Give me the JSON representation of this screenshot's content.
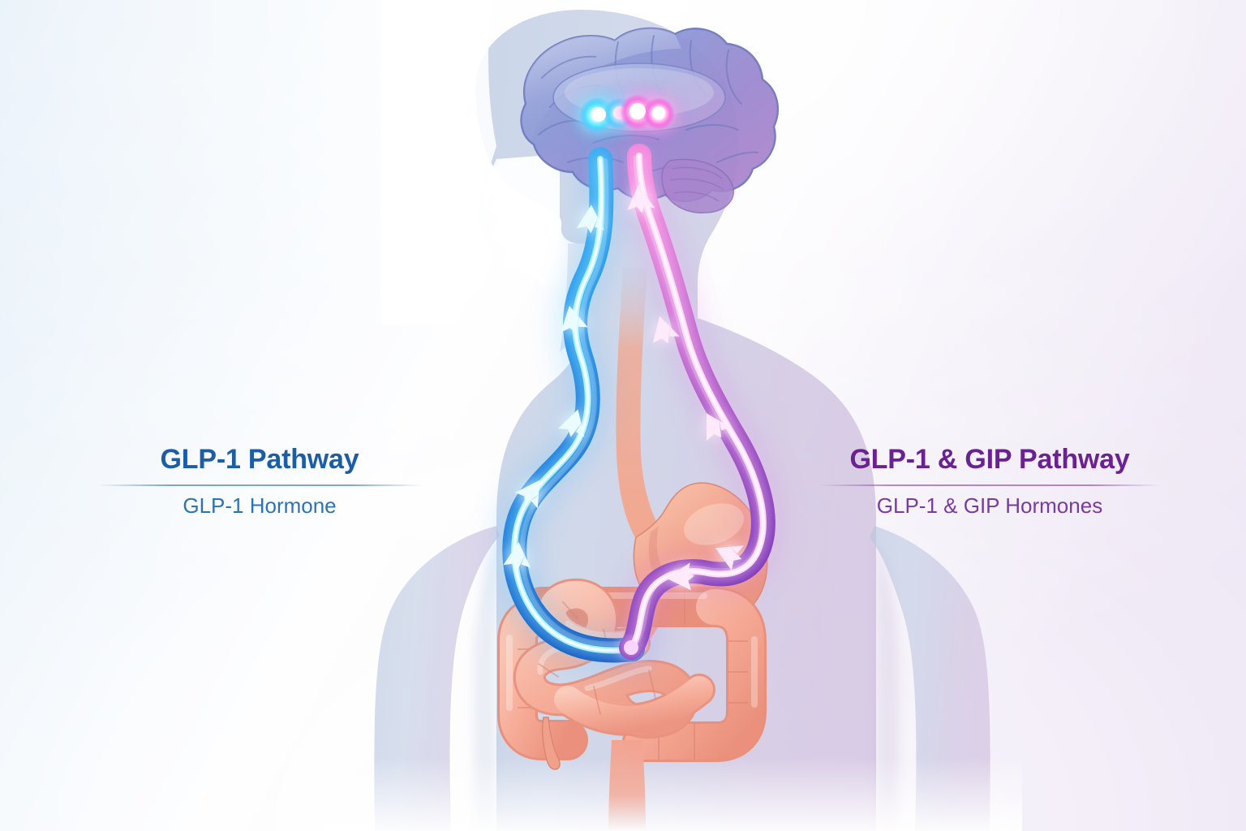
{
  "figure": {
    "title_alt": "GLP-1 and GLP-1 & GIP gut-brain hormone pathway diagram",
    "background": {
      "left_color": "#e4eff8",
      "right_color": "#f0eaf6",
      "center_color": "#ffffff"
    }
  },
  "panels": {
    "left": {
      "title": "GLP-1 Pathway",
      "subtitle": "GLP-1 Hormone",
      "accent_color": "#1b5da6",
      "sub_color": "#2c73b4"
    },
    "right": {
      "title": "GLP-1 & GIP Pathway",
      "subtitle": "GLP-1 & GIP Hormones",
      "accent_color": "#6b2192",
      "sub_color": "#7b3aa3"
    }
  },
  "anatomy": {
    "body_silhouette": {
      "name": "human-body-silhouette",
      "color_left": "#b9c8e0",
      "color_right": "#c6bcd8"
    },
    "brain": {
      "name": "brain",
      "color_front": "#8f9ed6",
      "color_back": "#a887cb",
      "outline": "#6f7cc0"
    },
    "stomach": {
      "name": "stomach",
      "color": "#f3a78f"
    },
    "esophagus": {
      "name": "esophagus",
      "color": "#eda791"
    },
    "small_intestine": {
      "name": "small-intestine",
      "color": "#f6b6a4"
    },
    "large_intestine": {
      "name": "large-intestine",
      "color": "#f6ab98"
    },
    "appendix": {
      "name": "appendix",
      "color": "#f2a18c"
    }
  },
  "pathways": [
    {
      "id": "glp1",
      "name": "glp1-signal-pathway",
      "side": "left",
      "ribbon_color_top": "#2fa6ef",
      "ribbon_color_bottom": "#1461c8",
      "core_color": "#7ff0ff",
      "glow_color": "#2ec6ff",
      "direction": "gut-to-brain",
      "arrow_count": 5,
      "terminal_node_color": "#57f2ff"
    },
    {
      "id": "glp1-gip",
      "name": "glp1-gip-signal-pathway",
      "side": "right",
      "ribbon_color_top": "#f07ad4",
      "ribbon_color_bottom": "#7c2ab8",
      "core_color": "#ffd9f5",
      "glow_color": "#e25ff0",
      "direction": "gut-to-brain",
      "arrow_count": 5,
      "terminal_node_color": "#ff9cf0"
    }
  ]
}
